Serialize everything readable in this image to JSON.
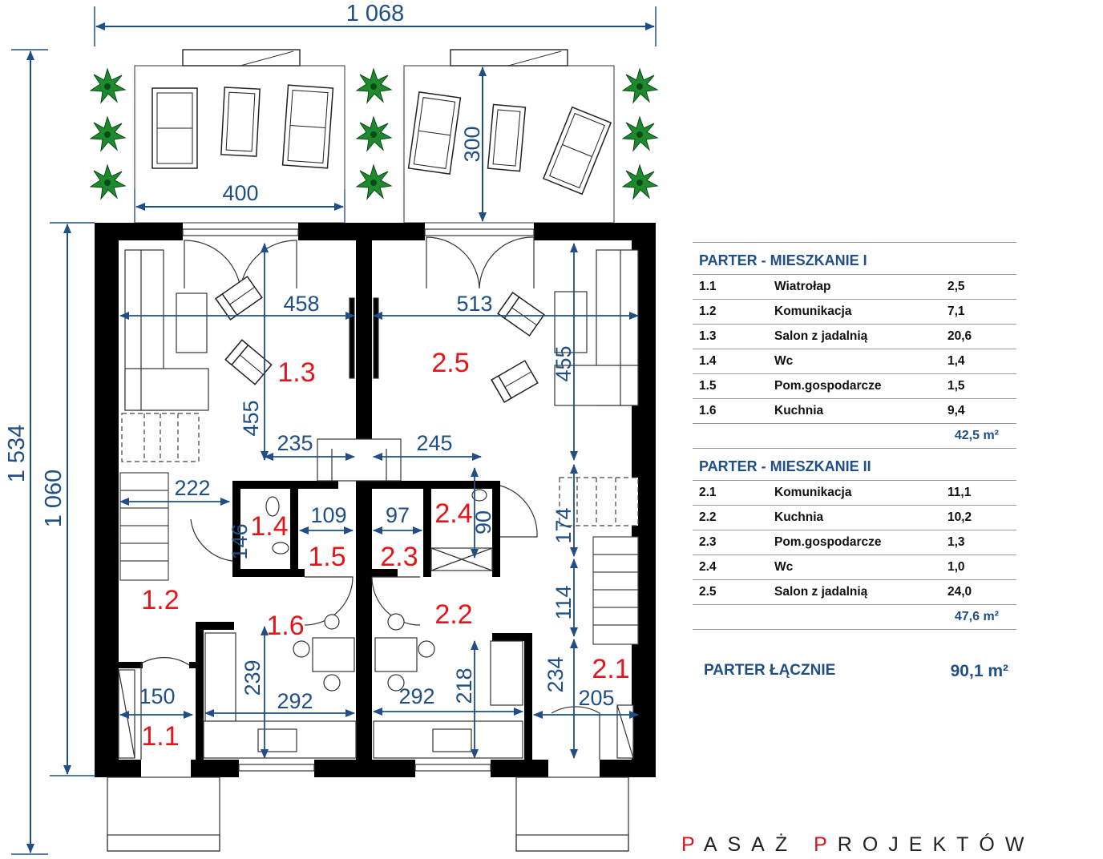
{
  "dims": {
    "total_width": "1 068",
    "total_height": "1 534",
    "body_height": "1 060",
    "terrace_width": "400",
    "terrace_depth": "300",
    "salon1_width": "458",
    "salon2_width": "513",
    "salon1_depth": "455",
    "salon2_depth": "455",
    "d235": "235",
    "d245": "245",
    "d222": "222",
    "d109": "109",
    "d97": "97",
    "d90": "90",
    "d146": "146",
    "d174": "174",
    "d114": "114",
    "d234": "234",
    "d239": "239",
    "d218": "218",
    "d292a": "292",
    "d292b": "292",
    "d150": "150",
    "d205": "205"
  },
  "room_labels": {
    "r11": "1.1",
    "r12": "1.2",
    "r13": "1.3",
    "r14": "1.4",
    "r15": "1.5",
    "r16": "1.6",
    "r21": "2.1",
    "r22": "2.2",
    "r23": "2.3",
    "r24": "2.4",
    "r25": "2.5"
  },
  "legend": {
    "apt1": {
      "title": "PARTER - MIESZKANIE I",
      "rows": [
        {
          "no": "1.1",
          "name": "Wiatrołap",
          "area": "2,5"
        },
        {
          "no": "1.2",
          "name": "Komunikacja",
          "area": "7,1"
        },
        {
          "no": "1.3",
          "name": "Salon z jadalnią",
          "area": "20,6"
        },
        {
          "no": "1.4",
          "name": "Wc",
          "area": "1,4"
        },
        {
          "no": "1.5",
          "name": "Pom.gospodarcze",
          "area": "1,5"
        },
        {
          "no": "1.6",
          "name": "Kuchnia",
          "area": "9,4"
        }
      ],
      "total": "42,5 m²"
    },
    "apt2": {
      "title": "PARTER - MIESZKANIE II",
      "rows": [
        {
          "no": "2.1",
          "name": "Komunikacja",
          "area": "11,1"
        },
        {
          "no": "2.2",
          "name": "Kuchnia",
          "area": "10,2"
        },
        {
          "no": "2.3",
          "name": "Pom.gospodarcze",
          "area": "1,3"
        },
        {
          "no": "2.4",
          "name": "Wc",
          "area": "1,0"
        },
        {
          "no": "2.5",
          "name": "Salon z jadalnią",
          "area": "24,0"
        }
      ],
      "total": "47,6 m²"
    },
    "grand_label": "PARTER ŁĄCZNIE",
    "grand_value": "90,1 m²"
  },
  "brand": {
    "first": "P",
    "rest1": "ASAŻ ",
    "second": "P",
    "rest2": "ROJEKTÓW"
  },
  "colors": {
    "dimension": "#1f4f86",
    "room_number": "#e5161b",
    "wall": "#000000",
    "plant": "#1e8a2e"
  }
}
